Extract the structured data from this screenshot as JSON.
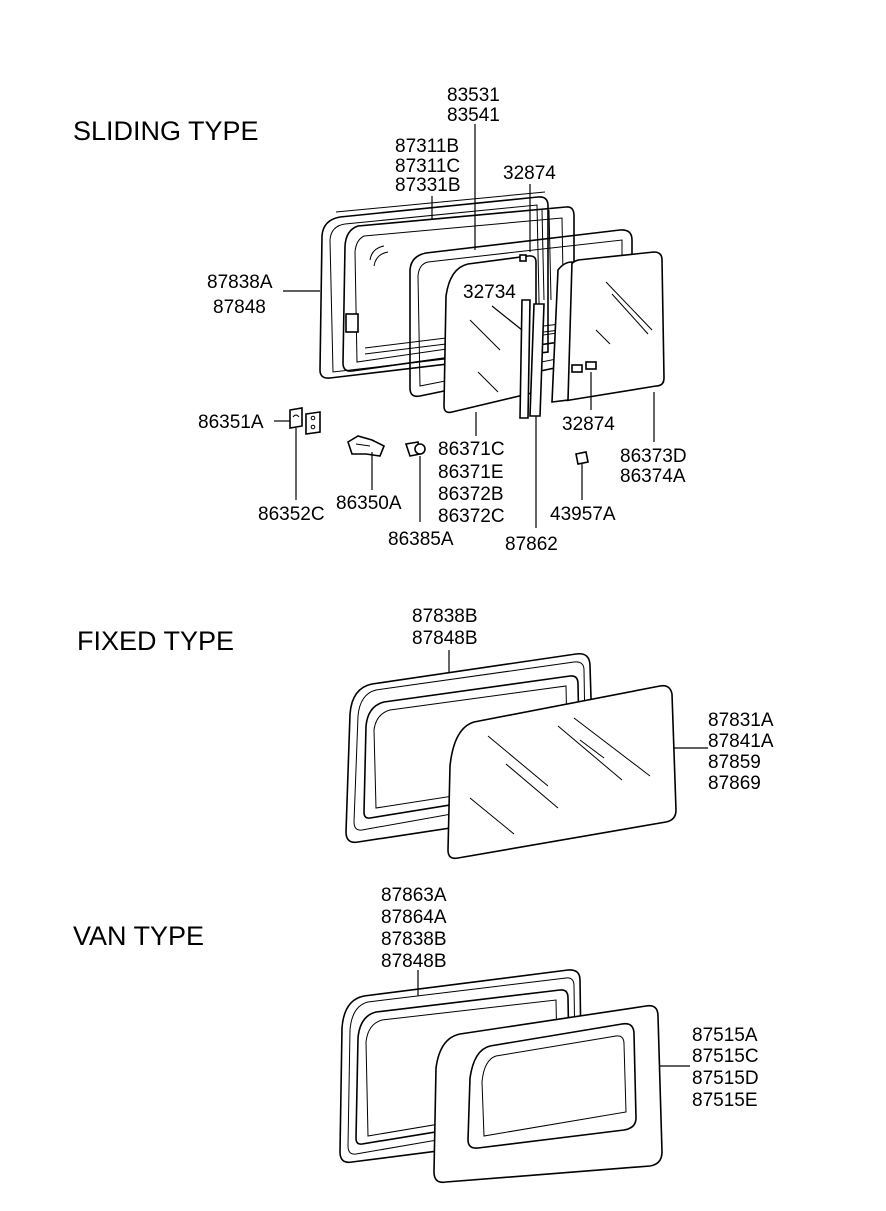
{
  "sections": {
    "sliding": {
      "title": "SLIDING TYPE",
      "labels": {
        "l_83531": "83531",
        "l_83541": "83541",
        "l_87311b": "87311B",
        "l_87311c": "87311C",
        "l_87331b": "87331B",
        "l_32874_top": "32874",
        "l_87838a": "87838A",
        "l_87848": "87848",
        "l_32734": "32734",
        "l_86351a": "86351A",
        "l_86371c": "86371C",
        "l_86371e": "86371E",
        "l_86372b": "86372B",
        "l_86372c": "86372C",
        "l_32874_bot": "32874",
        "l_86373d": "86373D",
        "l_86374a": "86374A",
        "l_86352c": "86352C",
        "l_86350a": "86350A",
        "l_43957a": "43957A",
        "l_86385a": "86385A",
        "l_87862": "87862"
      }
    },
    "fixed": {
      "title": "FIXED TYPE",
      "labels": {
        "l_87838b": "87838B",
        "l_87848b": "87848B",
        "l_87831a": "87831A",
        "l_87841a": "87841A",
        "l_87859": "87859",
        "l_87869": "87869"
      }
    },
    "van": {
      "title": "VAN  TYPE",
      "labels": {
        "l_87863a": "87863A",
        "l_87864a": "87864A",
        "l_87838b": "87838B",
        "l_87848b": "87848B",
        "l_87515a": "87515A",
        "l_87515c": "87515C",
        "l_87515d": "87515D",
        "l_87515e": "87515E"
      }
    }
  }
}
